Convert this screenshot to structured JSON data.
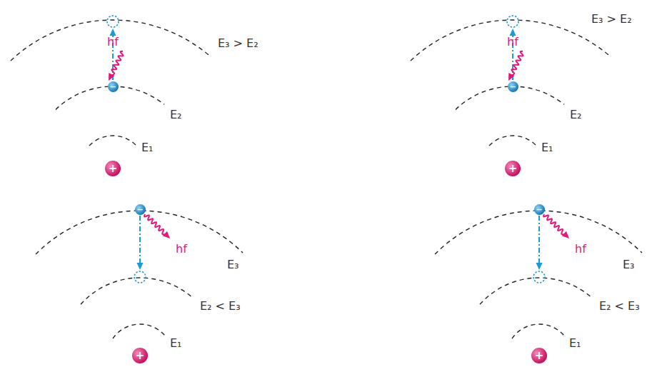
{
  "diagram": {
    "nodes": [
      {
        "text": [
          "−"
        ]
      },
      {
        "text": [
          "+"
        ]
      },
      {
        "text": [
          "−"
        ]
      },
      {
        "text": [
          "+"
        ]
      },
      {
        "text": [
          "−"
        ]
      },
      {
        "text": [
          "+"
        ]
      },
      {
        "text": [
          "−"
        ]
      },
      {
        "text": [
          "+"
        ]
      }
    ],
    "labels": [
      "hf",
      "E₃ > E₂",
      "E₂",
      "E₁",
      "hf",
      "E₃ > E₂",
      "E₂",
      "E₁",
      "hf",
      "E₃",
      "E₂ < E₃",
      "E₁",
      "hf",
      "E₃",
      "E₂ < E₃",
      "E₁"
    ]
  }
}
